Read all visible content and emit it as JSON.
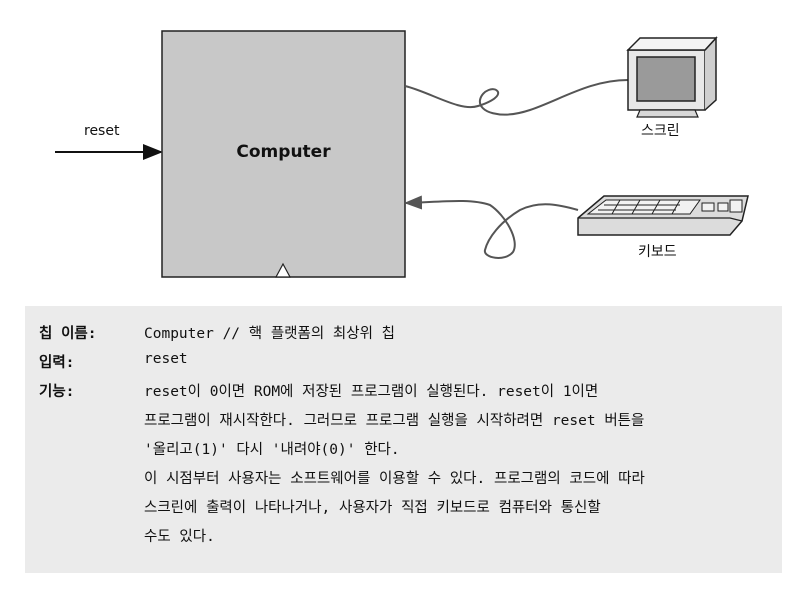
{
  "diagram": {
    "reset_label": "reset",
    "computer_label": "Computer",
    "screen_label": "스크린",
    "keyboard_label": "키보드"
  },
  "spec": {
    "chip_name_key": "칩 이름:",
    "chip_name_value": "Computer  // 핵 플랫폼의 최상위 칩",
    "input_key": "입력:",
    "input_value": "reset",
    "function_key": "기능:",
    "function_lines": [
      "reset이 0이면 ROM에 저장된 프로그램이 실행된다. reset이 1이면",
      "프로그램이 재시작한다. 그러므로 프로그램 실행을 시작하려면 reset 버튼을",
      "'올리고(1)' 다시 '내려야(0)' 한다.",
      "이 시점부터 사용자는 소프트웨어를 이용할 수 있다. 프로그램의 코드에 따라",
      "스크린에 출력이 나타나거나, 사용자가 직접 키보드로 컴퓨터와 통신할",
      "수도 있다."
    ]
  }
}
